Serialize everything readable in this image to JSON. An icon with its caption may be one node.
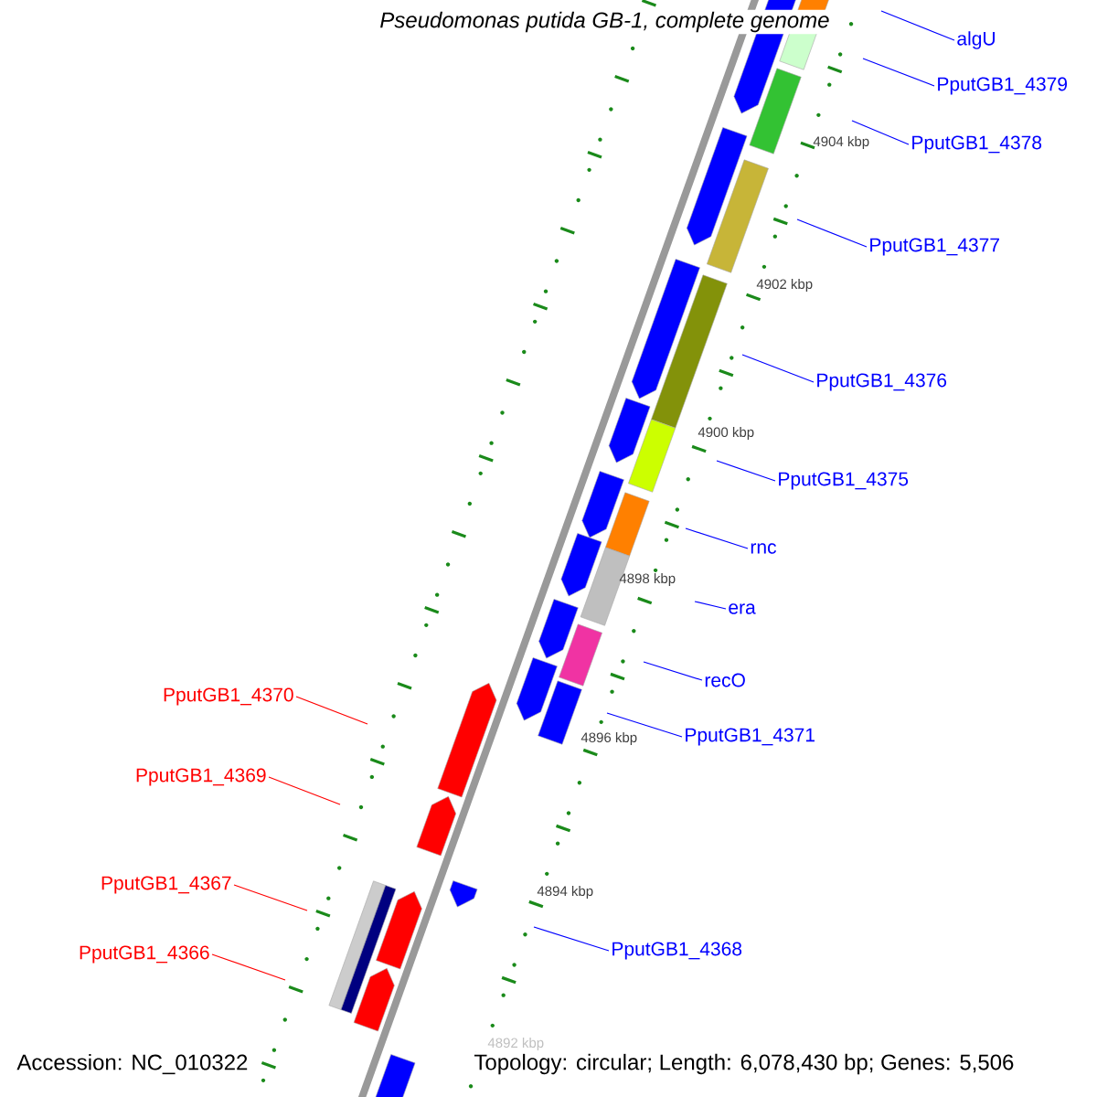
{
  "diagram": {
    "title": "Pseudomonas putida GB-1, complete genome",
    "nodes": [
      {
        "text": [
          "algU"
        ]
      },
      {
        "text": [
          "PputGB1_4379"
        ]
      },
      {
        "text": [
          "PputGB1_4378"
        ]
      },
      {
        "text": [
          "PputGB1_4377"
        ]
      },
      {
        "text": [
          "PputGB1_4376"
        ]
      },
      {
        "text": [
          "PputGB1_4375"
        ]
      },
      {
        "text": [
          "rnc"
        ]
      },
      {
        "text": [
          "era"
        ]
      },
      {
        "text": [
          "recO"
        ]
      },
      {
        "text": [
          "PputGB1_4370"
        ]
      },
      {
        "text": [
          "PputGB1_4371"
        ]
      },
      {
        "text": [
          "PputGB1_4369"
        ]
      },
      {
        "text": [
          "PputGB1_4367"
        ]
      },
      {
        "text": [
          "PputGB1_4368"
        ]
      },
      {
        "text": [
          "PputGB1_4366"
        ]
      }
    ],
    "edges": [
      {
        "from": 0,
        "to": null,
        "arrow": "none"
      },
      {
        "from": 1,
        "to": null,
        "arrow": "none"
      },
      {
        "from": 2,
        "to": null,
        "arrow": "none"
      },
      {
        "from": 3,
        "to": null,
        "arrow": "none"
      },
      {
        "from": 4,
        "to": null,
        "arrow": "none"
      },
      {
        "from": 5,
        "to": null,
        "arrow": "none"
      },
      {
        "from": 6,
        "to": null,
        "arrow": "none"
      },
      {
        "from": 7,
        "to": null,
        "arrow": "none"
      },
      {
        "from": 8,
        "to": null,
        "arrow": "none"
      },
      {
        "from": 9,
        "to": null,
        "arrow": "none",
        "color": "#ff0000"
      },
      {
        "from": 10,
        "to": null,
        "arrow": "none"
      },
      {
        "from": 11,
        "to": null,
        "arrow": "none",
        "color": "#ff0000"
      },
      {
        "from": 12,
        "to": null,
        "arrow": "none",
        "color": "#ff0000"
      },
      {
        "from": 13,
        "to": null,
        "arrow": "none"
      },
      {
        "from": 14,
        "to": null,
        "arrow": "none",
        "color": "#ff0000"
      }
    ],
    "labels": [
      "4904 kbp",
      "4902 kbp",
      "4900 kbp",
      "4898 kbp",
      "4896 kbp",
      "4894 kbp",
      "4892 kbp",
      "Accession: NC_010322",
      "Topology: circular; Length: 6,078,430 bp; Genes: 5,506"
    ]
  }
}
